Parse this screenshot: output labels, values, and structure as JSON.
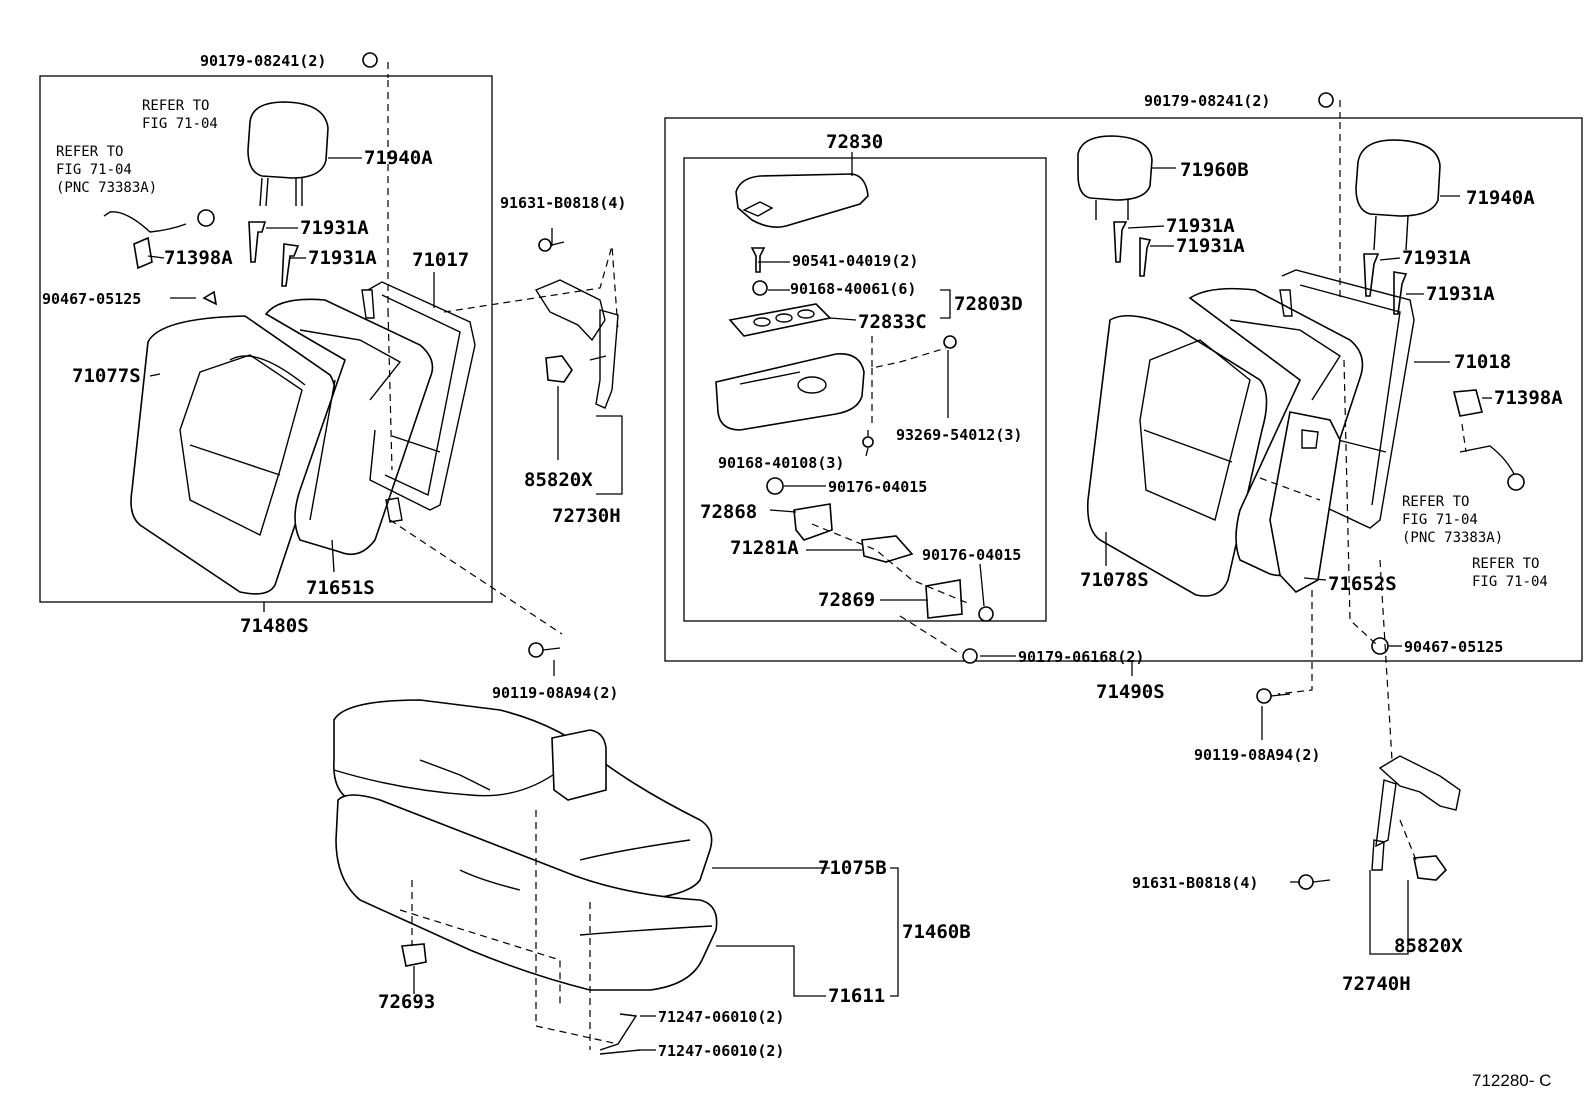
{
  "diagram_id": "712280- C",
  "refer_notes": {
    "left_a": [
      "REFER TO",
      "FIG 71-04"
    ],
    "left_b": [
      "REFER TO",
      "FIG 71-04",
      "(PNC 73383A)"
    ],
    "right_a": [
      "REFER TO",
      "FIG 71-04",
      "(PNC 73383A)"
    ],
    "right_b": [
      "REFER TO",
      "FIG 71-04"
    ]
  },
  "labels": {
    "p90179_08241_l": "90179-08241(2)",
    "p90179_08241_r": "90179-08241(2)",
    "p71940A_l": "71940A",
    "p71940A_r": "71940A",
    "p71931A_l1": "71931A",
    "p71931A_l2": "71931A",
    "p71931A_m1": "71931A",
    "p71931A_m2": "71931A",
    "p71931A_r1": "71931A",
    "p71931A_r2": "71931A",
    "p71398A_l": "71398A",
    "p71398A_r": "71398A",
    "p71017": "71017",
    "p90467_05125_l": "90467-05125",
    "p90467_05125_r": "90467-05125",
    "p71077S": "71077S",
    "p71651S": "71651S",
    "p71480S": "71480S",
    "p91631_B0818_l": "91631-B0818(4)",
    "p91631_B0818_r": "91631-B0818(4)",
    "p85820X_l": "85820X",
    "p85820X_r": "85820X",
    "p72730H": "72730H",
    "p72740H": "72740H",
    "p90119_08A94_l": "90119-08A94(2)",
    "p90119_08A94_r": "90119-08A94(2)",
    "p72830": "72830",
    "p90541_04019": "90541-04019(2)",
    "p90168_40061": "90168-40061(6)",
    "p72803D": "72803D",
    "p72833C": "72833C",
    "p93269_54012": "93269-54012(3)",
    "p90168_40108": "90168-40108(3)",
    "p90176_04015_a": "90176-04015",
    "p90176_04015_b": "90176-04015",
    "p72868": "72868",
    "p71281A": "71281A",
    "p72869": "72869",
    "p90179_06168": "90179-06168(2)",
    "p71960B": "71960B",
    "p71018": "71018",
    "p71078S": "71078S",
    "p71652S": "71652S",
    "p71490S": "71490S",
    "p71075B": "71075B",
    "p71460B": "71460B",
    "p71611": "71611",
    "p72693": "72693",
    "p71247_06010_a": "71247-06010(2)",
    "p71247_06010_b": "71247-06010(2)"
  }
}
